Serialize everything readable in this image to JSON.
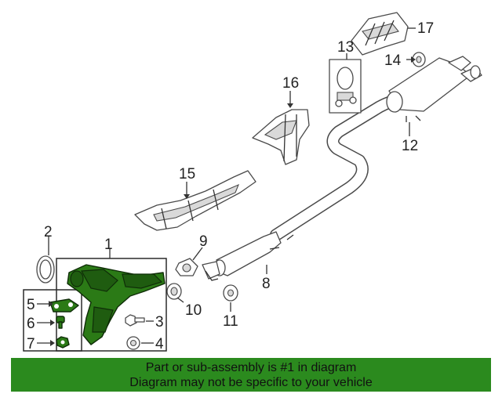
{
  "callouts": [
    {
      "id": "1",
      "text": "1"
    },
    {
      "id": "2",
      "text": "2"
    },
    {
      "id": "3",
      "text": "3"
    },
    {
      "id": "4",
      "text": "4"
    },
    {
      "id": "5",
      "text": "5"
    },
    {
      "id": "6",
      "text": "6"
    },
    {
      "id": "7",
      "text": "7"
    },
    {
      "id": "8",
      "text": "8"
    },
    {
      "id": "9",
      "text": "9"
    },
    {
      "id": "10",
      "text": "10"
    },
    {
      "id": "11",
      "text": "11"
    },
    {
      "id": "12",
      "text": "12"
    },
    {
      "id": "13",
      "text": "13"
    },
    {
      "id": "14",
      "text": "14"
    },
    {
      "id": "15",
      "text": "15"
    },
    {
      "id": "16",
      "text": "16"
    },
    {
      "id": "17",
      "text": "17"
    }
  ],
  "highlighted_part": "1",
  "banner": {
    "line1": "Part or sub-assembly is #1 in diagram",
    "line2": "Diagram may not be specific to your vehicle"
  },
  "colors": {
    "highlight": "#2b7a16",
    "banner_background": "#2b8a1e",
    "banner_text": "#111111",
    "line_art": "#4a4a4a"
  }
}
